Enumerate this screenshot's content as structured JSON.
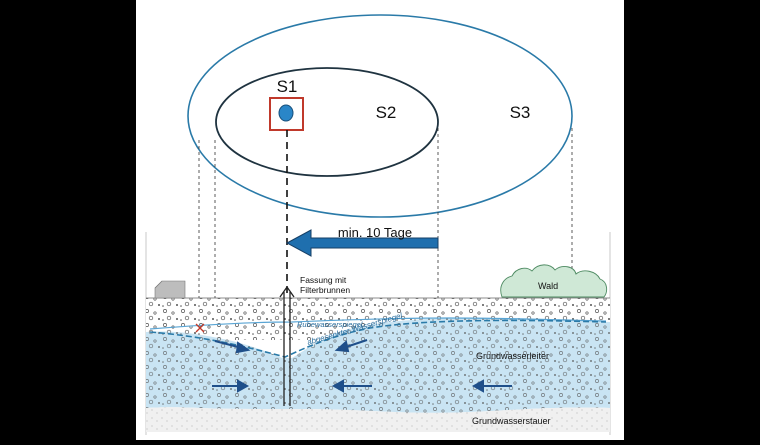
{
  "zones": {
    "s1_label": "S1",
    "s2_label": "S2",
    "s3_label": "S3"
  },
  "arrow": {
    "label": "min. 10 Tage"
  },
  "section": {
    "well_label_line1": "Fassung mit",
    "well_label_line2": "Filterbrunnen",
    "forest_label": "Wald",
    "aquifer_label": "Grundwasserleiter",
    "aquitard_label": "Grundwasserstauer",
    "water_table_rest": "Ruhewasserspiegel",
    "water_table_lowered": "abgesenkter Wasserspiegel"
  },
  "colors": {
    "s3_outline": "#2a7aa8",
    "s2_outline": "#1f3340",
    "well_marker": "#2a86c8",
    "well_box": "#c0392b",
    "arrow_fill": "#1f6fae",
    "aquifer": "#c9e4f3",
    "aquitard": "#f0f0f0",
    "forest": "#cfe8d6"
  }
}
